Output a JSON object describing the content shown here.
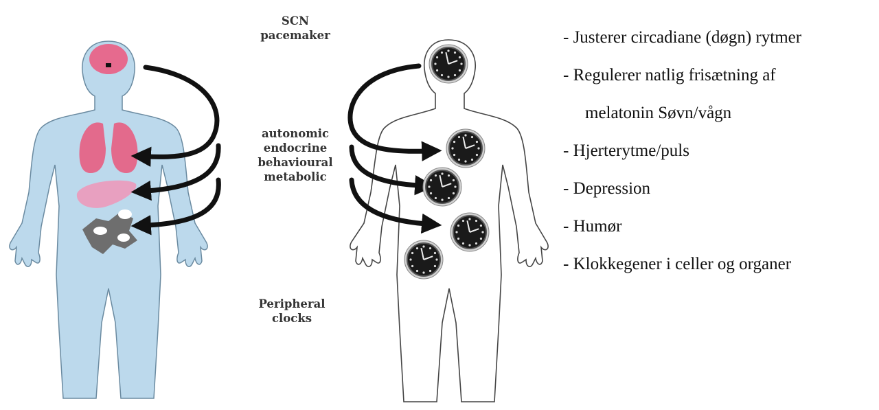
{
  "labels": {
    "scn": [
      "SCN",
      "pacemaker"
    ],
    "outputs": [
      "autonomic",
      "endocrine",
      "behavioural",
      "metabolic"
    ],
    "peripheral": [
      "Peripheral",
      "clocks"
    ]
  },
  "bullets": [
    {
      "text": "- Justerer circadiane (døgn) rytmer",
      "indent": false
    },
    {
      "text": "- Regulerer natlig frisætning af",
      "indent": false
    },
    {
      "text": "melatonin Søvn/vågn",
      "indent": true
    },
    {
      "text": "- Hjerterytme/puls",
      "indent": false
    },
    {
      "text": "- Depression",
      "indent": false
    },
    {
      "text": "- Humør",
      "indent": false
    },
    {
      "text": "- Klokkegener i celler og organer",
      "indent": false
    }
  ],
  "colors": {
    "body_fill": "#bcd9ec",
    "organ_pink": "#e36a8c",
    "liver_pink": "#e8a0c0",
    "cells_gray": "#6e6e6e",
    "arrow": "#111111",
    "clock": "#1a1a1a"
  }
}
